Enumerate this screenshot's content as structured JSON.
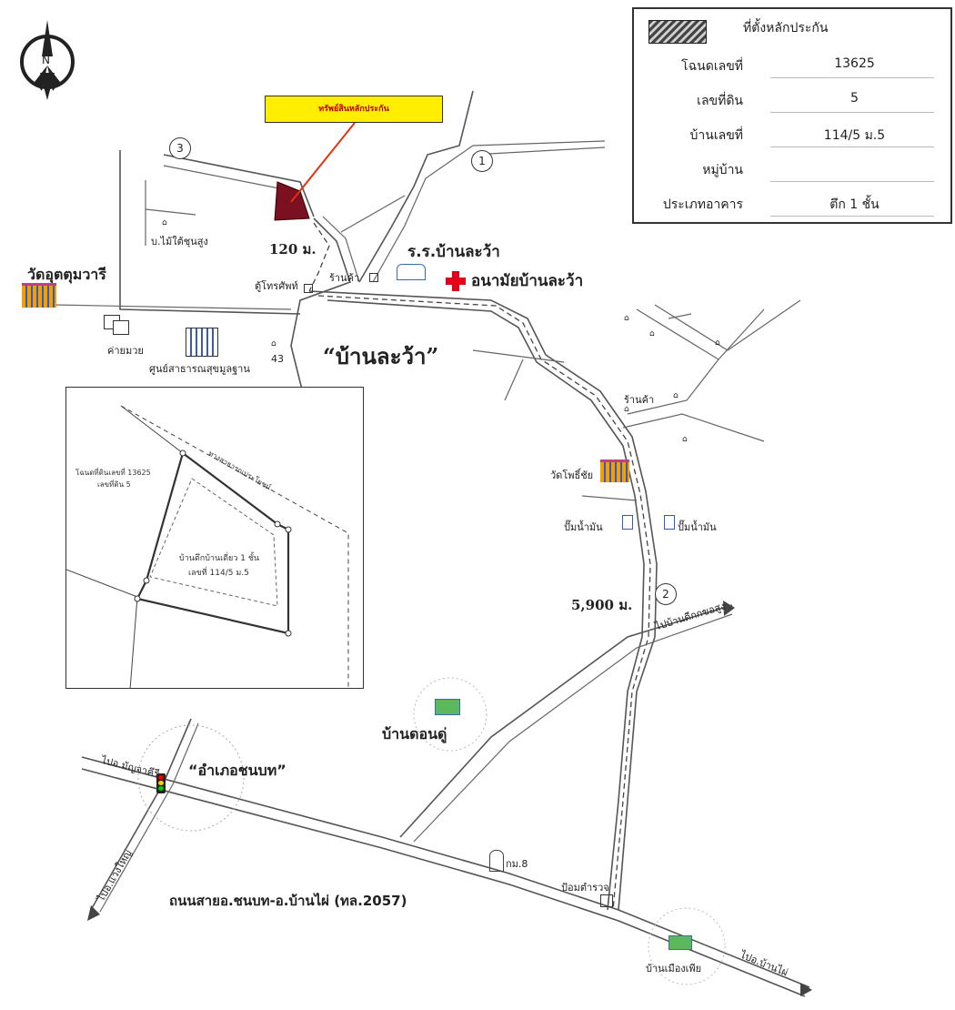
{
  "legend": {
    "swatch_label": "ที่ตั้งหลักประกัน",
    "rows": [
      {
        "key": "โฉนดเลขที่",
        "value": "13625"
      },
      {
        "key": "เลขที่ดิน",
        "value": "5"
      },
      {
        "key": "บ้านเลขที่",
        "value": "114/5 ม.5"
      },
      {
        "key": "หมู่บ้าน",
        "value": ""
      },
      {
        "key": "ประเภทอาคาร",
        "value": "ตึก 1 ชั้น"
      }
    ]
  },
  "compass": {
    "letter": "N"
  },
  "callout": {
    "text": "ทรัพย์สินหลักประกัน"
  },
  "route_numbers": {
    "r1": "1",
    "r2": "2",
    "r3": "3"
  },
  "distances": {
    "near": "120 ม.",
    "far": "5,900 ม."
  },
  "places": {
    "wat_udom": "วัดอุตตุมวารี",
    "ban_maitai": "บ.ไม้ใต้ชุนสูง",
    "phone_booth": "ตู้โทรศัพท์",
    "shop1": "ร้านค้า",
    "school": "ร.ร.บ้านละว้า",
    "health": "อนามัยบ้านละว้า",
    "camp": "ค่ายมวย",
    "health_center": "ศูนย์สาธารณสุขมูลฐาน",
    "house43": "43",
    "village": "“บ้านละว้า”",
    "shop2": "ร้านค้า",
    "wat_pho": "วัดโพธิ์ชัย",
    "gas1": "ปั๊มน้ำมัน",
    "gas2": "ปั๊มน้ำมัน",
    "to_left": "ไปบ้านดีกกขอสูง",
    "ban_don": "บ้านดอนดู่",
    "district": "“อำเภอชนบท”",
    "to_manja": "ไปอ.มัญจาคีรี",
    "to_waeng": "ไปอ.แวงใหญ่",
    "km": "กม.8",
    "police": "ป้อมตำรวจ",
    "road_name": "ถนนสายอ.ชนบท-อ.บ้านไผ่ (ทล.2057)",
    "ban_mueang": "บ้านเมืองเพีย",
    "to_banphai": "ไปอ.บ้านไผ่"
  },
  "inset": {
    "deed": "โฉนดที่ดินเลขที่ 13625",
    "landno": "เลขที่ดิน 5",
    "public_road": "ทางสาธารณประโยชน์",
    "building1": "บ้านตึกบ้านเดี่ยว 1 ชั้น",
    "building2": "เลขที่ 114/5 ม.5"
  },
  "colors": {
    "callout_bg": "#ffee00",
    "plot_fill": "#7a1020",
    "red_cross": "#e0001a",
    "leader": "#e03010",
    "temple": "#f0a000"
  },
  "icons": [
    "compass-icon",
    "temple-icon",
    "school-icon",
    "red-cross-icon",
    "building-icon",
    "house-icon",
    "traffic-light-icon",
    "gas-pump-icon",
    "km-marker-icon",
    "village-icon"
  ]
}
